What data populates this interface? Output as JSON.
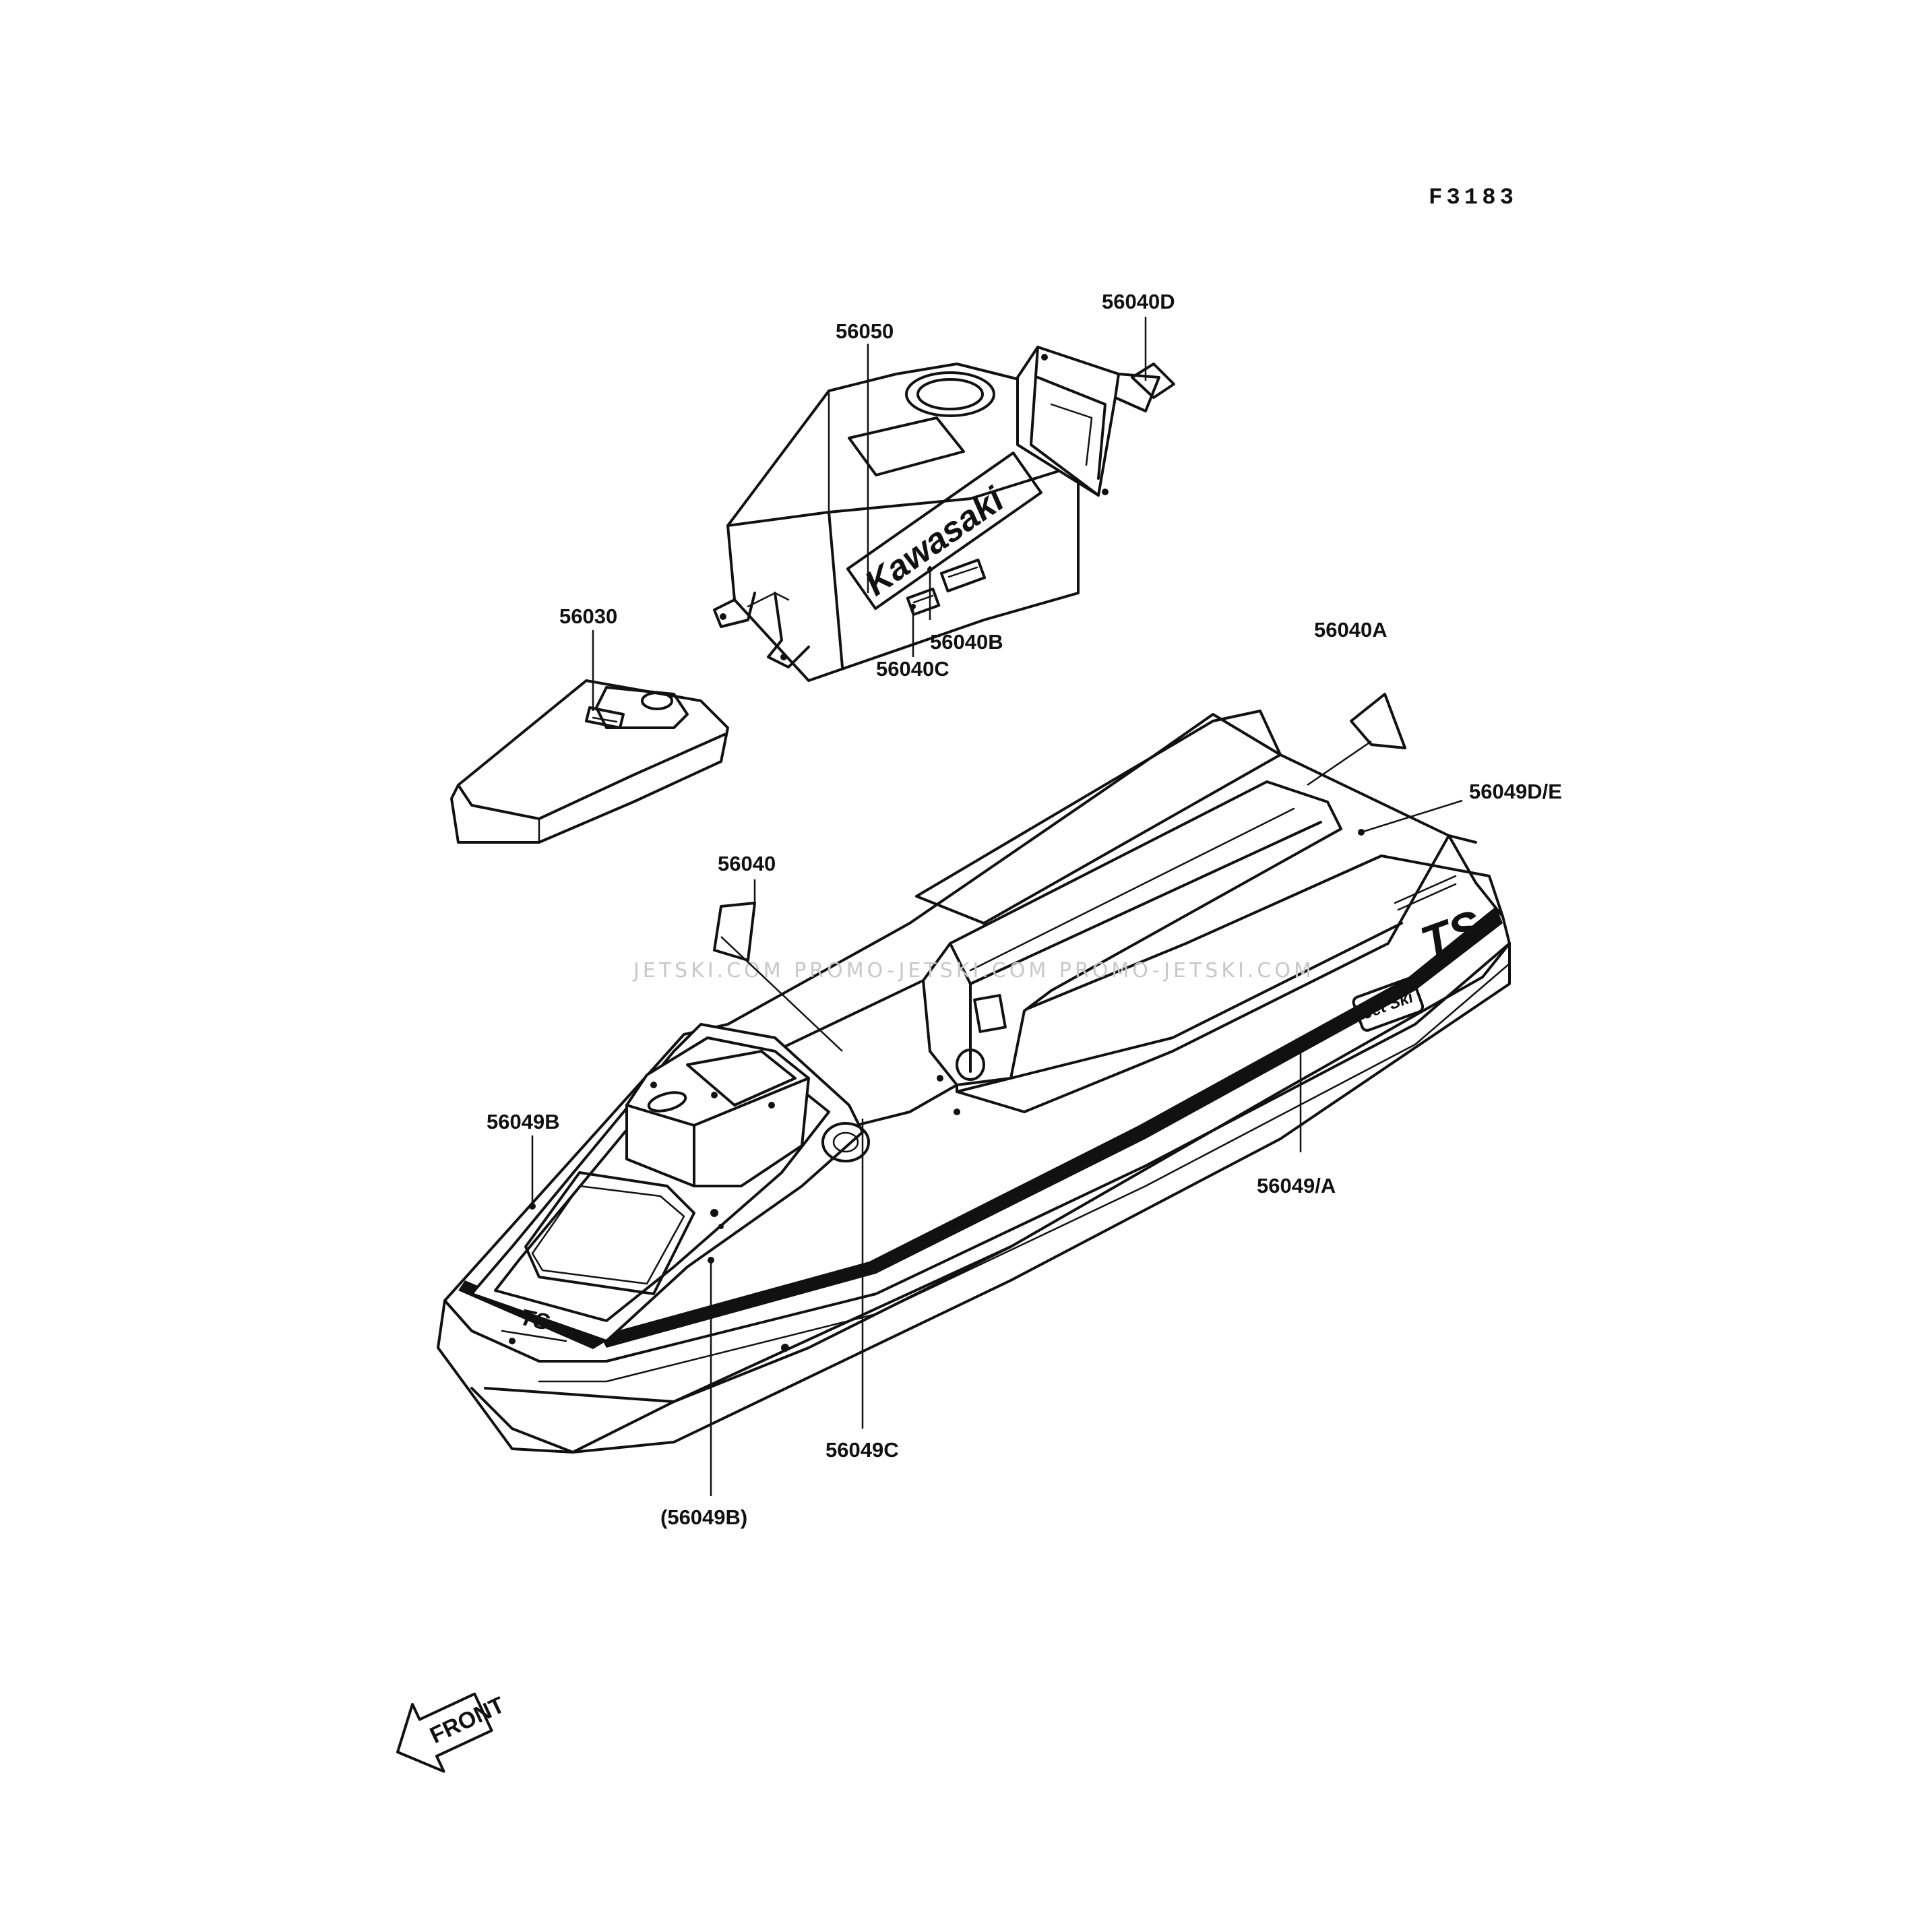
{
  "figure_code": "F3183",
  "watermark": "JETSKI.COM  PROMO-JETSKI.COM  PROMO-JETSKI.COM",
  "front_label": "FRONT",
  "decal_text": {
    "brand": "Kawasaki",
    "model": "TS",
    "jetski_logo": "Jet Ski"
  },
  "part_labels": {
    "p56050": "56050",
    "p56040D": "56040D",
    "p56030": "56030",
    "p56040B": "56040B",
    "p56040C": "56040C",
    "p56040A": "56040A",
    "p56049DE": "56049D/E",
    "p56040": "56040",
    "p56049B": "56049B",
    "p56049A": "56049/A",
    "p56049C": "56049C",
    "p56049B_paren": "(56049B)"
  }
}
